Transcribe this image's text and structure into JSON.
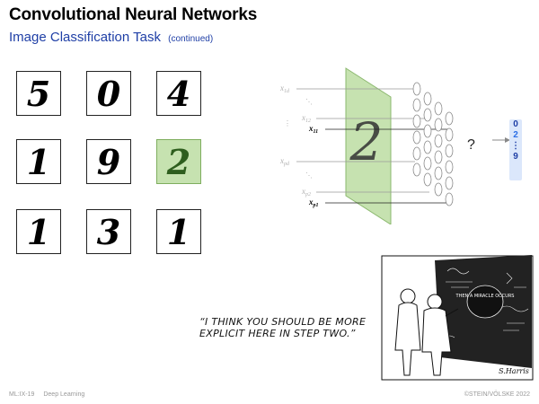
{
  "title": "Convolutional Neural Networks",
  "subtitle": "Image Classification Task",
  "subtitle_note": "(continued)",
  "digits": [
    "5",
    "0",
    "4",
    "1",
    "9",
    "2",
    "1",
    "3",
    "1"
  ],
  "highlighted_digit_index": 5,
  "diagram": {
    "input_labels": [
      {
        "text": "x",
        "sub": "1d",
        "emphasis": false
      },
      {
        "text": "x",
        "sub": "12",
        "emphasis": false
      },
      {
        "text": "x",
        "sub": "11",
        "emphasis": true
      },
      {
        "text": "x",
        "sub": "pd",
        "emphasis": false
      },
      {
        "text": "x",
        "sub": "p2",
        "emphasis": false
      },
      {
        "text": "x",
        "sub": "p1",
        "emphasis": true
      }
    ],
    "plane_digit": "2",
    "question": "?",
    "outputs": [
      "0",
      "2",
      "⋮",
      "9"
    ],
    "highlight_color": "#c6e2b0"
  },
  "cartoon": {
    "caption": "“I THINK YOU SHOULD BE MORE EXPLICIT HERE IN STEP TWO.”",
    "bubble_text": "THEN A MIRACLE OCCURS",
    "signature": "S.Harris"
  },
  "footer": {
    "course": "ML:IX-19",
    "topic": "Deep Learning",
    "copyright": "©STEIN/VÖLSKE 2022"
  }
}
